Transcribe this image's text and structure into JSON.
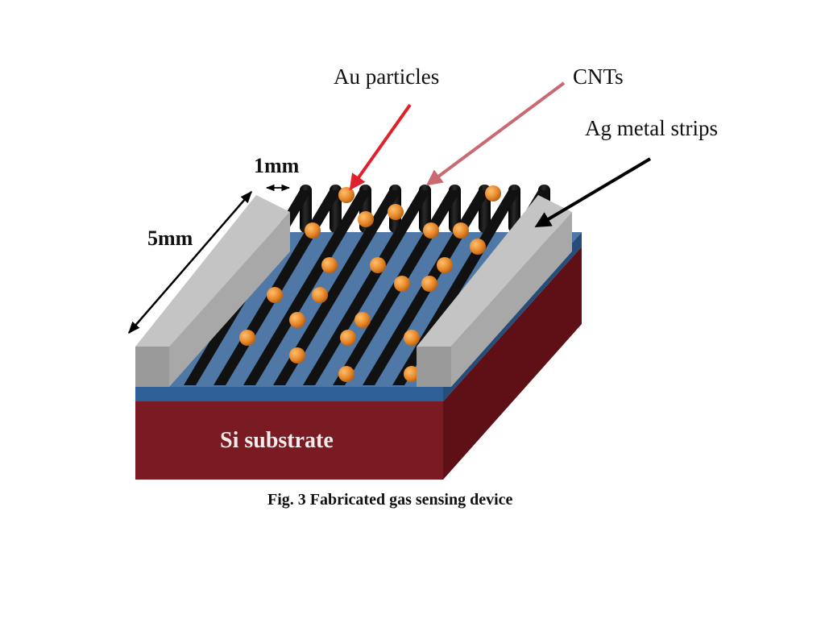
{
  "labels": {
    "au_particles": "Au particles",
    "cnts": "CNTs",
    "ag_metal_strips": "Ag metal strips",
    "spacing": "1mm",
    "length": "5mm",
    "substrate": "Si substrate"
  },
  "caption": "Fig. 3 Fabricated gas sensing device",
  "colors": {
    "substrate_front": "#7a1a22",
    "substrate_side": "#5e1016",
    "oxide_layer": "#2e5f96",
    "top_surface": "#4f78a6",
    "cnt": "#141414",
    "au_particle": "#e8892a",
    "ag_strip_top": "#c4c4c4",
    "ag_strip_front": "#9a9a9a",
    "arrow_au": "#e0202a",
    "arrow_cnt": "#c96a72",
    "arrow_ag": "#000000"
  }
}
